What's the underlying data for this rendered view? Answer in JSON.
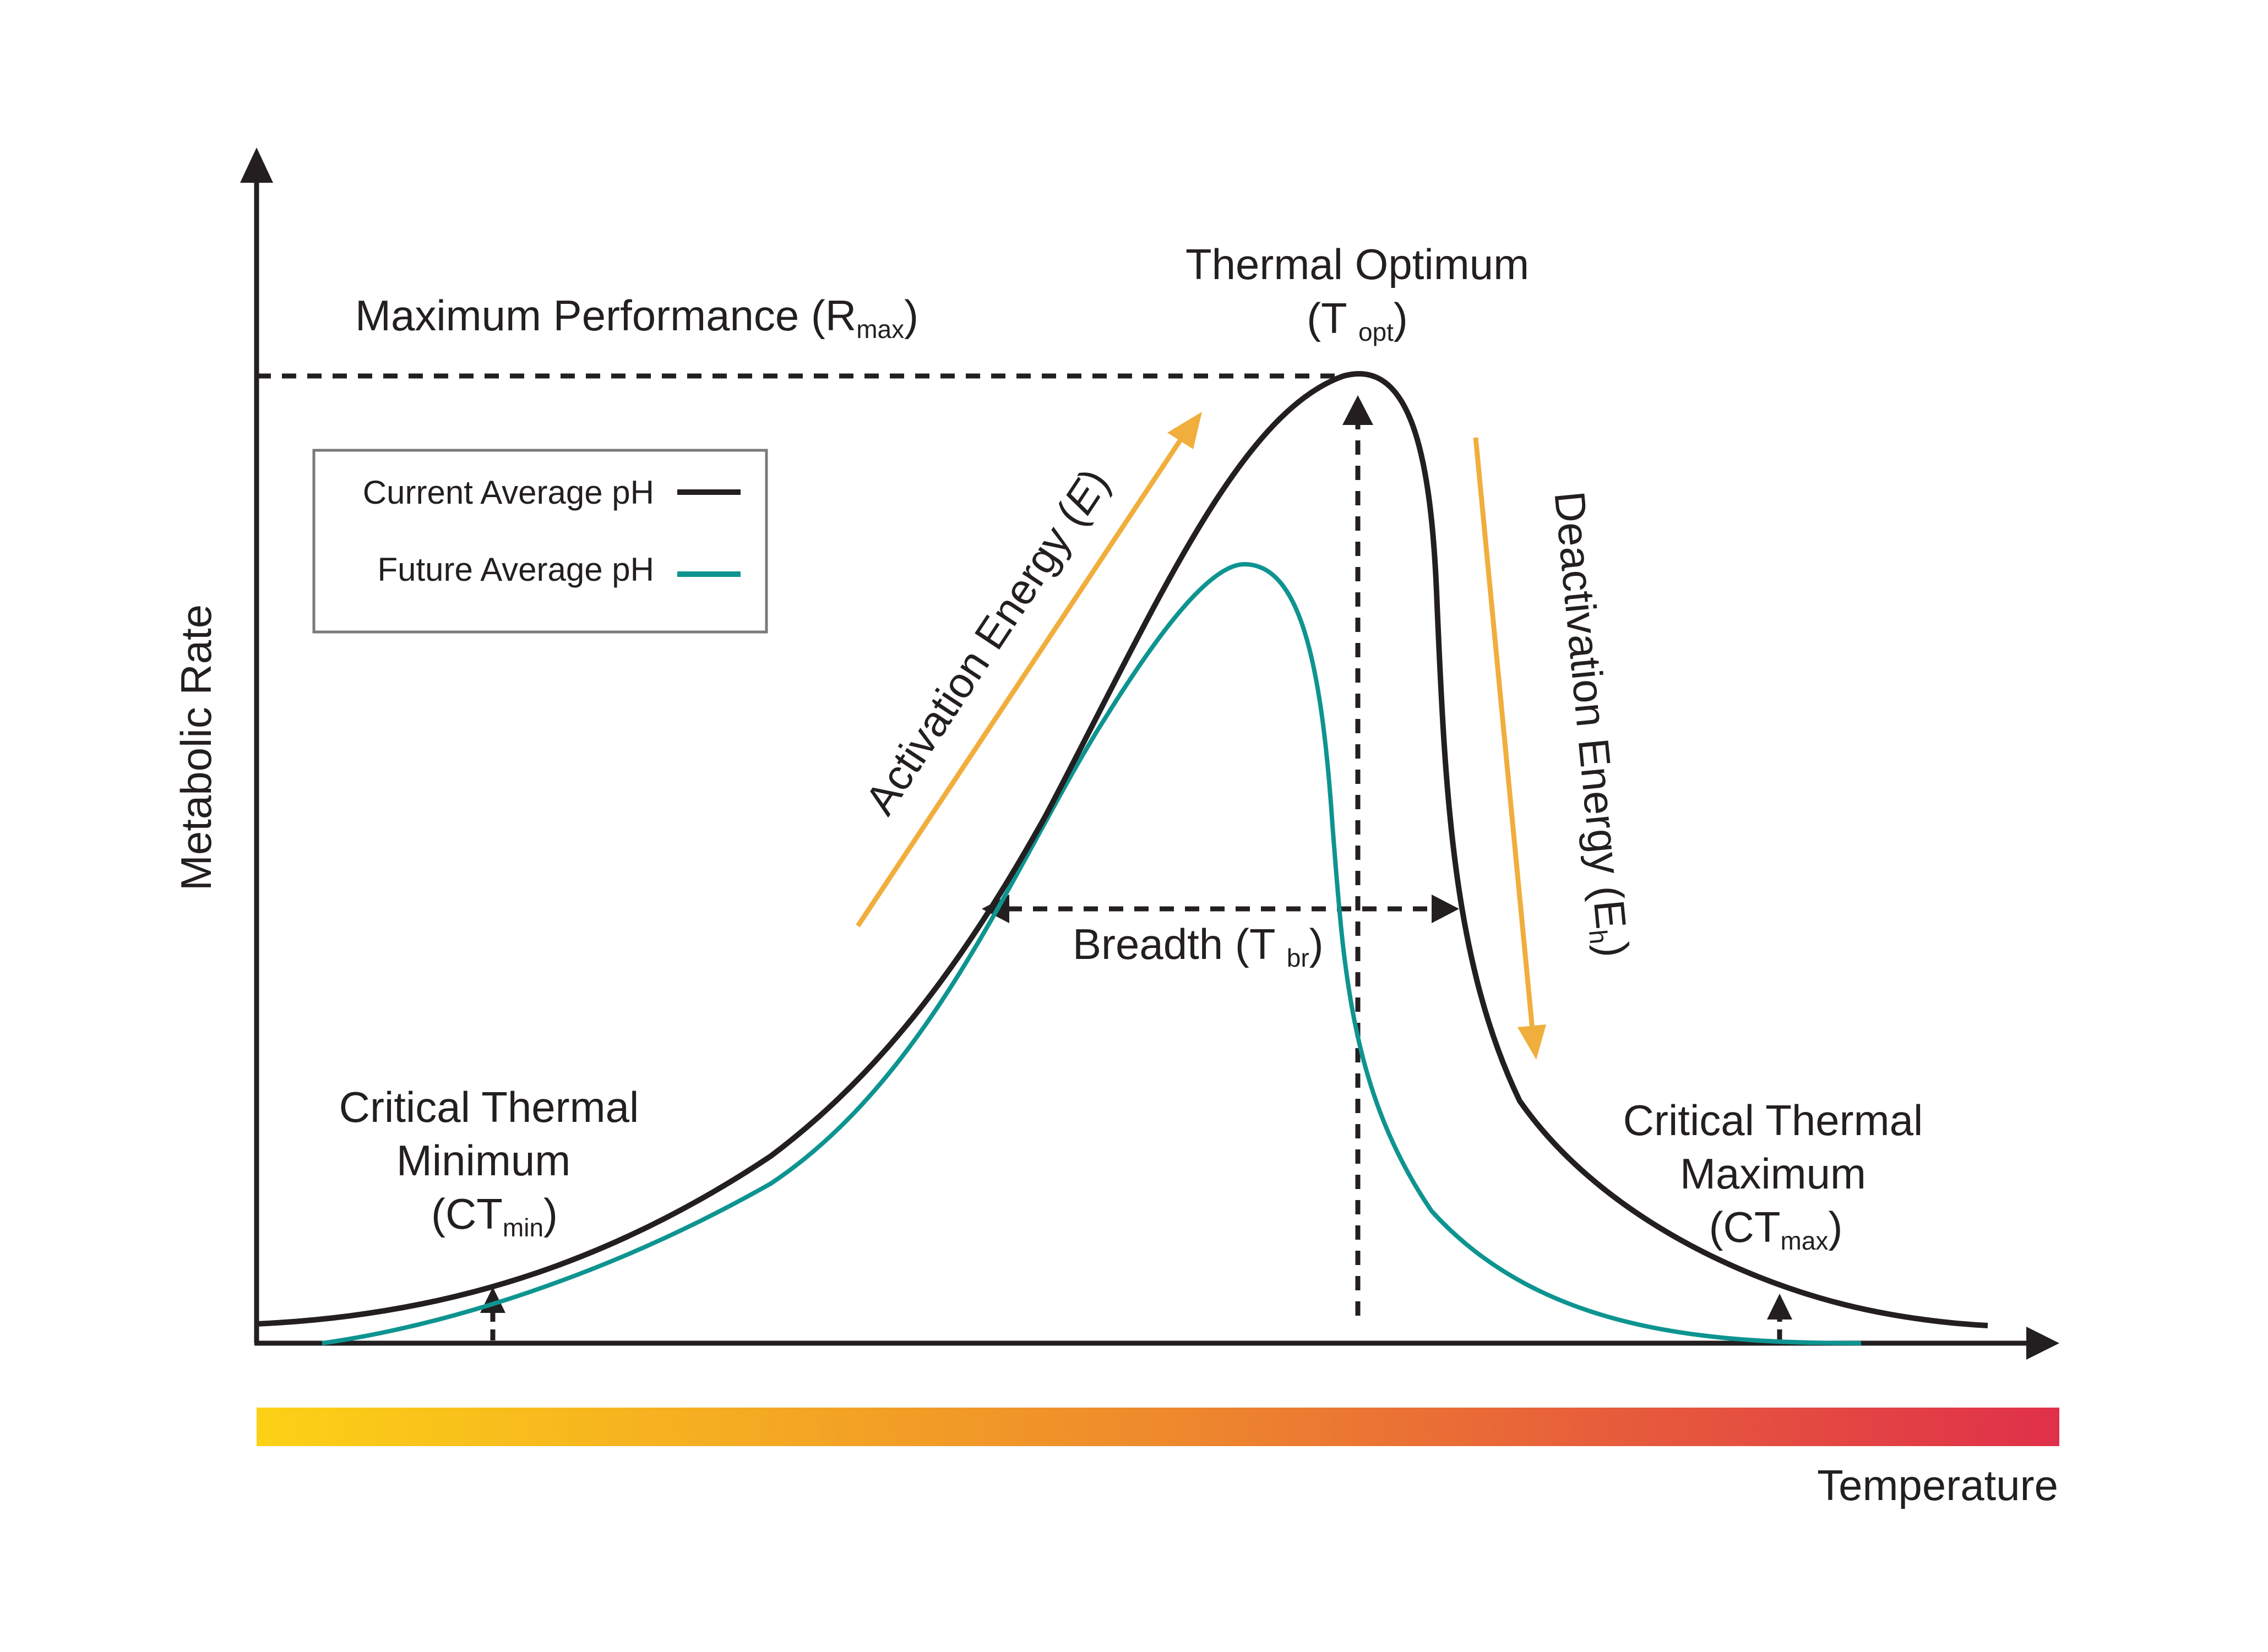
{
  "axes": {
    "y_label": "Metabolic Rate",
    "x_label": "Temperature"
  },
  "legend": {
    "items": [
      {
        "label": "Current Average pH",
        "color": "#231f20"
      },
      {
        "label": "Future Average pH",
        "color": "#0e9490"
      }
    ]
  },
  "annotations": {
    "rmax": {
      "main": "Maximum Performance (R",
      "sub": "max",
      "close": ")"
    },
    "topt": {
      "line1": "Thermal Optimum",
      "open": "(T ",
      "sub": "opt",
      "close": ")"
    },
    "activation": {
      "text": "Activation Energy (",
      "italic": "E",
      "close": ")"
    },
    "deactivation": {
      "text": "Deactivation Energy (E",
      "sub": "h",
      "close": ")"
    },
    "breadth": {
      "main": "Breadth (T ",
      "sub": "br",
      "close": ")"
    },
    "ctmin": {
      "line1": "Critical Thermal",
      "line2": "Minimum",
      "open": "(CT",
      "sub": "min",
      "close": ")"
    },
    "ctmax": {
      "line1": "Critical Thermal",
      "line2": "Maximum",
      "open": "(CT",
      "sub": "max",
      "close": ")"
    }
  },
  "colors": {
    "ink": "#231f20",
    "current_curve": "#231f20",
    "future_curve": "#0e9490",
    "energy_arrow": "#f0ae3c",
    "gradient_start": "#fcd116",
    "gradient_mid": "#ee8a2c",
    "gradient_end": "#e0304a"
  }
}
